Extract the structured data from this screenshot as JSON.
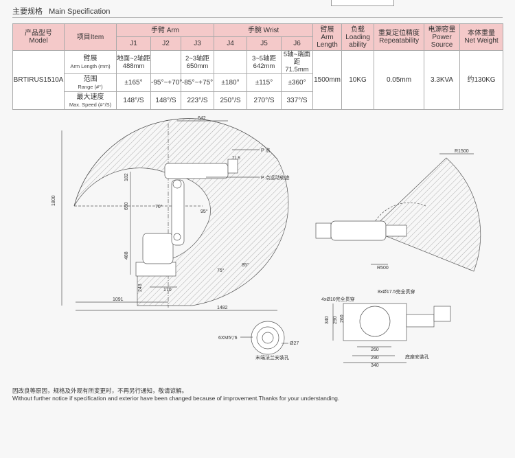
{
  "header": {
    "title_cn": "主要规格",
    "title_en": "Main Specification"
  },
  "table": {
    "h_model_cn": "产品型号",
    "h_model_en": "Model",
    "h_item": "项目Item",
    "h_arm": "手臂 Arm",
    "h_wrist": "手腕 Wrist",
    "h_reach": "臂展 Arm Length",
    "h_load_cn": "负载",
    "h_load_en": "Loading ability",
    "h_rep_cn": "重复定位精度",
    "h_rep_en": "Repeatability",
    "h_power_cn": "电源容量",
    "h_power_en": "Power Source",
    "h_weight_cn": "本体重量",
    "h_weight_en": "Net Weight",
    "joints": [
      "J1",
      "J2",
      "J3",
      "J4",
      "J5",
      "J6"
    ],
    "model": "BRTIRUS1510A",
    "row_arm_cn": "臂展",
    "row_arm_en": "Arm Length (mm)",
    "row_range_cn": "范围",
    "row_range_en": "Range (#°)",
    "row_speed_cn": "最大速度",
    "row_speed_en": "Max. Speed (#°/S)",
    "arm": [
      "地面~2轴距 488mm",
      "",
      "2~3轴距 650mm",
      "",
      "3~5轴距 642mm",
      "5轴~端面距 71.5mm"
    ],
    "range": [
      "±165°",
      "-95°~+70°",
      "-85°~+75°",
      "±180°",
      "±115°",
      "±360°"
    ],
    "speed": [
      "148°/S",
      "148°/S",
      "223°/S",
      "250°/S",
      "270°/S",
      "337°/S"
    ],
    "reach": "1500mm",
    "load": "10KG",
    "rep": "0.05mm",
    "power": "3.3KVA",
    "weight": "约130KG"
  },
  "drawing": {
    "d642": "642",
    "d71_5": "71.5",
    "p_point": "P 点",
    "p_track": "P 点运动轨迹",
    "d1800": "1800",
    "d182": "182",
    "d650": "650",
    "d488": "488",
    "d243": "243",
    "d170": "170",
    "d1091": "1091",
    "d1482": "1482",
    "a70": "70°",
    "a95": "95°",
    "a75": "75°",
    "a85": "85°",
    "r1500": "R1500",
    "r500": "R500",
    "hole10": "4xØ10完全贯穿",
    "hole17": "8xØ17.5完全贯穿",
    "d340v": "340",
    "d290v": "290",
    "d260v": "260",
    "d260h": "260",
    "d290h": "290",
    "d340h": "340",
    "m5": "6XM5▽6",
    "d27": "Ø27",
    "flange_label": "末端法兰安装孔",
    "base_label": "底座安装孔"
  },
  "notes": {
    "cn": "因改良等原因，规格及外观有所变更时，不再另行通知，敬请谅解。",
    "en": "Without further notice if specification and exterior have been changed because of improvement.Thanks for your understanding."
  }
}
